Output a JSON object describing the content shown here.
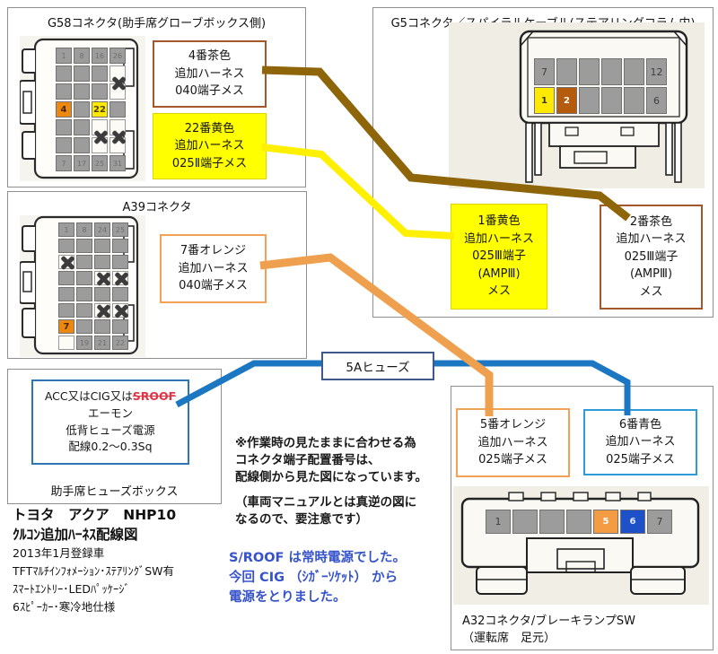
{
  "colors": {
    "wire_brown": "#8e6508",
    "wire_yellow": "#ffef00",
    "wire_orange": "#efa04e",
    "wire_blue": "#1c77c3",
    "pin_orange": "#ec870f",
    "pin_orange5": "#f49c44",
    "pin_yellow": "#ffe900",
    "pin_brown": "#b55b0d",
    "pin_blue": "#1e50c8",
    "note_blue": "#3653cb",
    "strike_red": "#e03444"
  },
  "g58": {
    "title": "G58コネクタ(助手席グローブボックス側)",
    "pin4": "4",
    "pin22": "22",
    "pins_top": [
      "1",
      "8",
      "16",
      "26"
    ],
    "pins_bottom": [
      "7",
      "17",
      "25",
      "31"
    ]
  },
  "a39": {
    "title": "A39コネクタ",
    "pin7": "7",
    "pins_top": [
      "1",
      "8",
      "24",
      "25"
    ],
    "pins_bottom": [
      "19",
      "21",
      "22"
    ]
  },
  "g5": {
    "title": "G5コネクタ／スパイラルケーブル(ステアリングコラム内)",
    "pins": {
      "p7": "7",
      "p12": "12",
      "p1": "1",
      "p2": "2",
      "p6": "6"
    }
  },
  "a32": {
    "caption_line1": "A32コネクタ/ブレーキランプSW",
    "caption_line2": "（運転席　足元）",
    "pins": {
      "p1": "1",
      "p5": "5",
      "p6": "6",
      "p7": "7"
    }
  },
  "callouts": {
    "c4": {
      "l1": "4番茶色",
      "l2": "追加ハーネス",
      "l3": "040端子メス"
    },
    "c22": {
      "l1": "22番黄色",
      "l2": "追加ハーネス",
      "l3": "025Ⅱ端子メス"
    },
    "c7": {
      "l1": "7番オレンジ",
      "l2": "追加ハーネス",
      "l3": "040端子メス"
    },
    "c1": {
      "l1": "1番黄色",
      "l2": "追加ハーネス",
      "l3": "025Ⅲ端子",
      "l4": "(AMPⅢ)",
      "l5": "メス"
    },
    "c2": {
      "l1": "2番茶色",
      "l2": "追加ハーネス",
      "l3": "025Ⅲ端子",
      "l4": "(AMPⅢ)",
      "l5": "メス"
    },
    "c5": {
      "l1": "5番オレンジ",
      "l2": "追加ハーネス",
      "l3": "025端子メス"
    },
    "c6": {
      "l1": "6番青色",
      "l2": "追加ハーネス",
      "l3": "025端子メス"
    }
  },
  "fuse_label": "5Aヒューズ",
  "fusebox": {
    "line1_pre": "ACC又はCIG又は",
    "line1_strike": "SROOF",
    "line2": "エーモン",
    "line3": "低背ヒューズ電源",
    "line4": "配線0.2～0.3Sq",
    "caption": "助手席ヒューズボックス"
  },
  "note": {
    "l1": "※作業時の見たままに合わせる為",
    "l2": "コネクタ端子配置番号は、",
    "l3": "配線側から見た図になっています。",
    "l4": "（車両マニュアルとは真逆の図に",
    "l5": "なるので、要注意です）"
  },
  "info": {
    "title1": "トヨタ　アクア　NHP10",
    "title2": "ｸﾙｺﾝ追加ﾊｰﾈｽ配線図",
    "l1": "2013年1月登録車",
    "l2": "TFTﾏﾙﾁｲﾝﾌｫﾒｰｼｮﾝ･ｽﾃｱﾘﾝｸﾞSW有",
    "l3": "ｽﾏｰﾄｴﾝﾄﾘｰ･LEDﾊﾟｯｹｰｼﾞ",
    "l4": "6ｽﾋﾟｰｶｰ･寒冷地仕様"
  },
  "bluenote": {
    "l1": "S/ROOF は常時電源でした。",
    "l2": "今回 CIG （ｼｶﾞｰｿｹｯﾄ） から",
    "l3": "電源をとりました。"
  }
}
